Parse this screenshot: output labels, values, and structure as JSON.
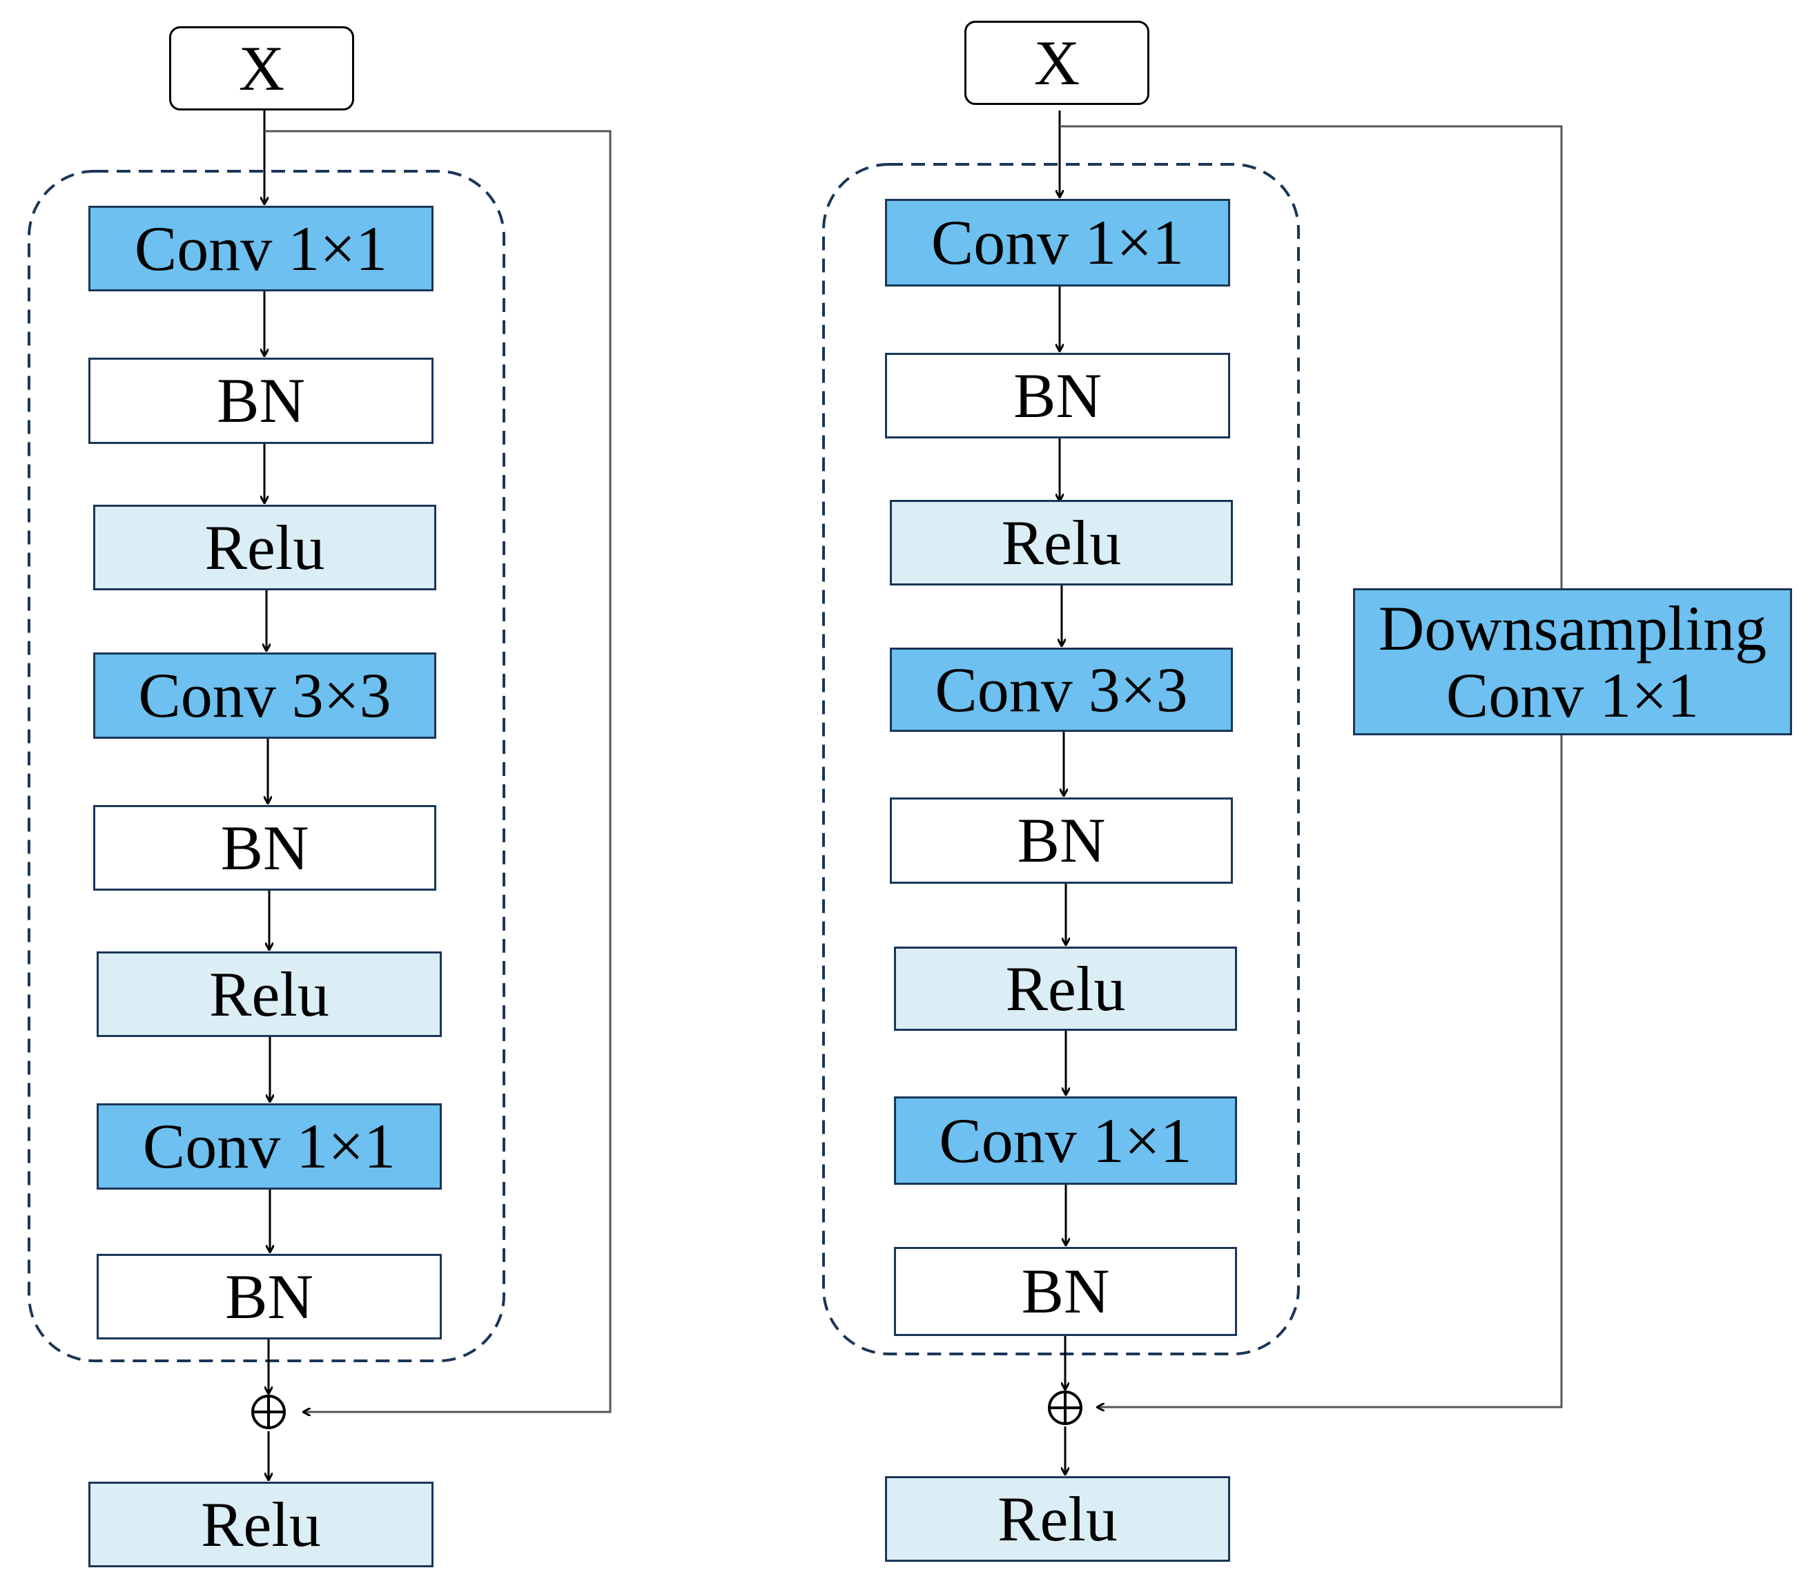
{
  "left_block": {
    "input": "X",
    "layers": [
      "Conv 1×1",
      "BN",
      "Relu",
      "Conv 3×3",
      "BN",
      "Relu",
      "Conv 1×1",
      "BN"
    ],
    "output": "Relu"
  },
  "right_block": {
    "input": "X",
    "layers": [
      "Conv 1×1",
      "BN",
      "Relu",
      "Conv 3×3",
      "BN",
      "Relu",
      "Conv 1×1",
      "BN"
    ],
    "output": "Relu",
    "shortcut": [
      "Downsampling",
      "Conv 1×1"
    ]
  },
  "colors": {
    "conv": "#6dc0ef",
    "relu": "#dbedf5",
    "bn": "#ffffff",
    "border": "#1a3658",
    "dashed_group": "#1a3658",
    "shortcut_line": "#555555"
  }
}
